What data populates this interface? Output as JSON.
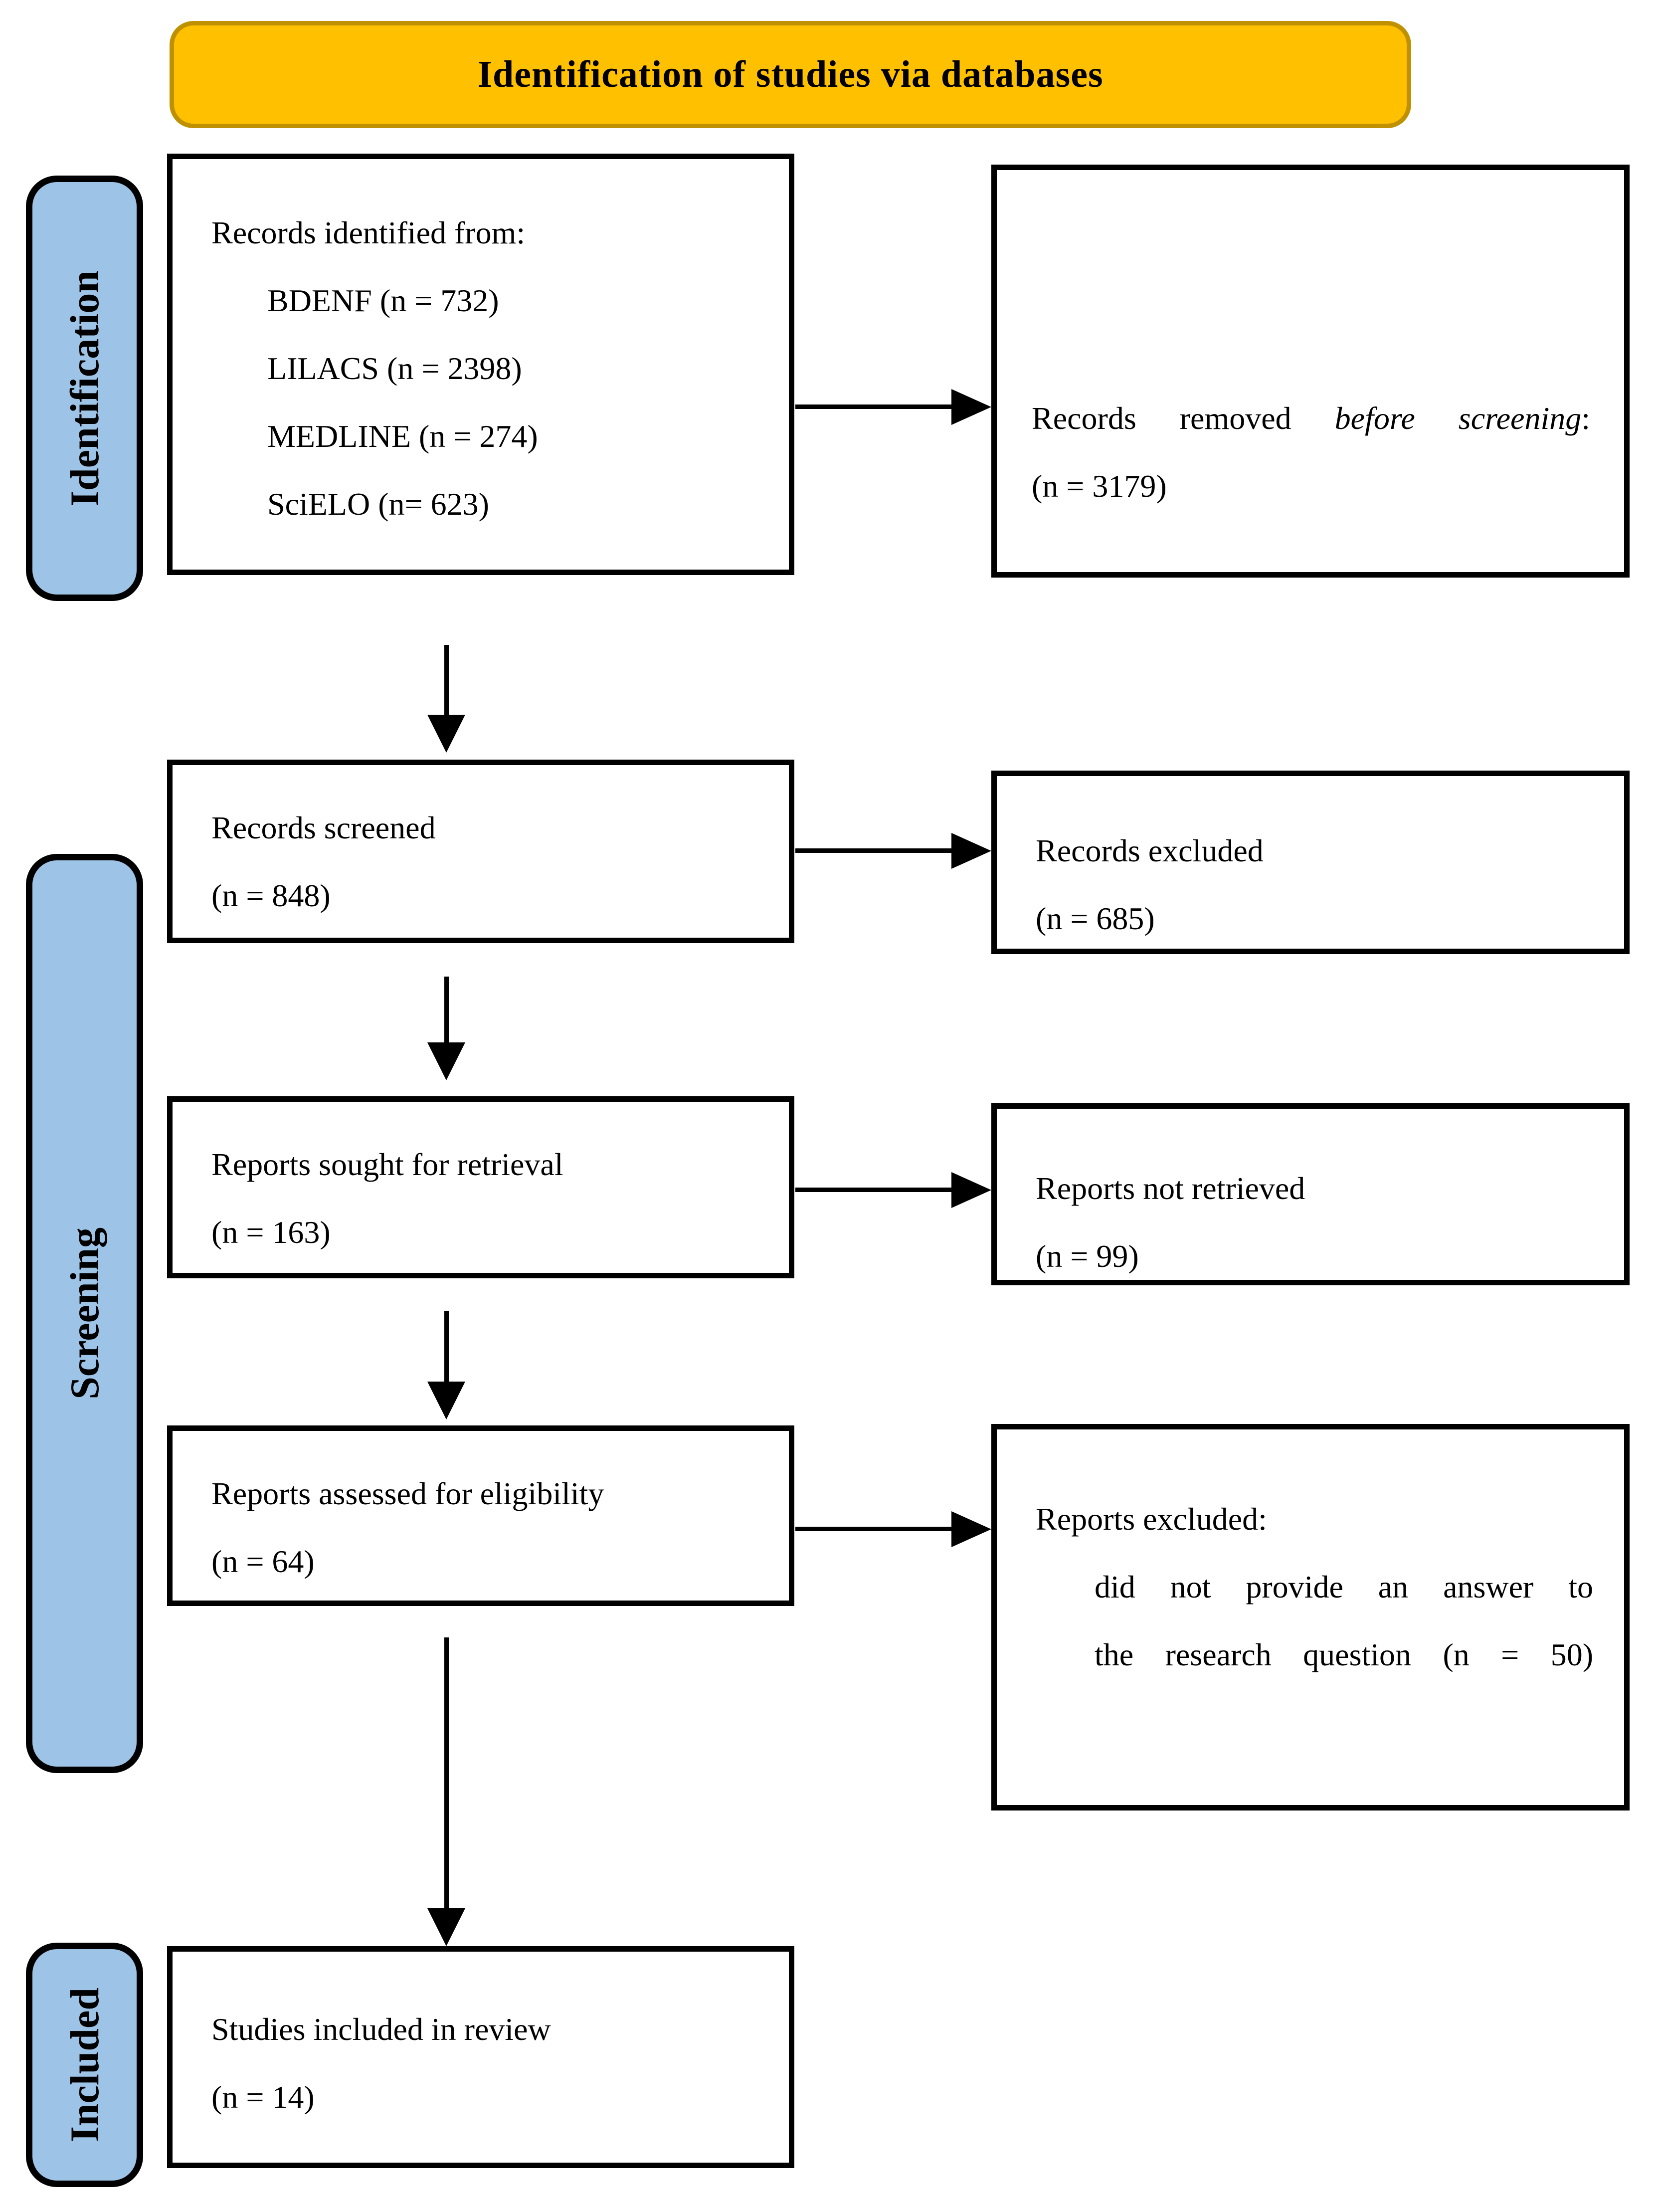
{
  "diagram": {
    "header": {
      "label": "Identification of studies via databases"
    },
    "stages": [
      {
        "label": "Identification"
      },
      {
        "label": "Screening"
      },
      {
        "label": "Included"
      }
    ],
    "boxes": {
      "records_identified": {
        "title": "Records identified from:",
        "items": [
          "BDENF (n = 732)",
          "LILACS (n = 2398)",
          "MEDLINE (n = 274)",
          "SciELO (n= 623)"
        ]
      },
      "records_removed": {
        "line1_prefix": "Records removed ",
        "line1_italic": "before screening",
        "line1_suffix": ":",
        "line2": "(n = 3179)"
      },
      "records_screened": {
        "line1": "Records screened",
        "line2": "(n = 848)"
      },
      "records_excluded": {
        "line1": "Records excluded",
        "line2": "(n = 685)"
      },
      "reports_sought": {
        "line1": "Reports sought for retrieval",
        "line2": "(n = 163)"
      },
      "reports_not_retrieved": {
        "line1": "Reports not retrieved",
        "line2": "(n = 99)"
      },
      "reports_assessed": {
        "line1": "Reports assessed for eligibility",
        "line2": "(n = 64)"
      },
      "reports_excluded": {
        "title": "Reports excluded:",
        "reason_line1": "did not provide an answer to",
        "reason_line2": "the research question (n = 50)"
      },
      "studies_included": {
        "line1": "Studies included in review",
        "line2": "(n = 14)"
      }
    },
    "colors": {
      "header_fill": "#FFC000",
      "header_border": "#BF9000",
      "stage_fill": "#9DC3E6",
      "box_border": "#000000"
    }
  }
}
